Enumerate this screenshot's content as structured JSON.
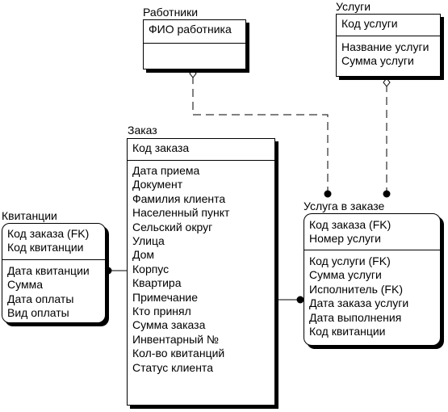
{
  "entities": {
    "workers": {
      "title": "Работники",
      "keys": [
        "ФИО работника"
      ],
      "attrs": []
    },
    "services": {
      "title": "Услуги",
      "keys": [
        "Код услуги"
      ],
      "attrs": [
        "Название услуги",
        "Сумма услуги"
      ]
    },
    "order": {
      "title": "Заказ",
      "keys": [
        "Код заказа"
      ],
      "attrs": [
        "Дата приема",
        "Документ",
        "Фамилия клиента",
        "Населенный пункт",
        "Сельский округ",
        "Улица",
        "Дом",
        "Корпус",
        "Квартира",
        "Примечание",
        "Кто принял",
        "Сумма заказа",
        "Инвентарный №",
        "Кол-во квитанций",
        "Статус клиента"
      ]
    },
    "receipts": {
      "title": "Квитанции",
      "keys": [
        "Код заказа (FK)",
        "Код квитанции"
      ],
      "attrs": [
        "Дата квитанции",
        "Сумма",
        "Дата оплаты",
        "Вид оплаты"
      ]
    },
    "order_service": {
      "title": "Услуга в заказе",
      "keys": [
        "Код заказа (FK)",
        "Номер услуги"
      ],
      "attrs": [
        "Код услуги (FK)",
        "Сумма услуги",
        "Исполнитель (FK)",
        "Дата заказа услуги",
        "Дата выполнения",
        "Код квитанции"
      ]
    }
  }
}
